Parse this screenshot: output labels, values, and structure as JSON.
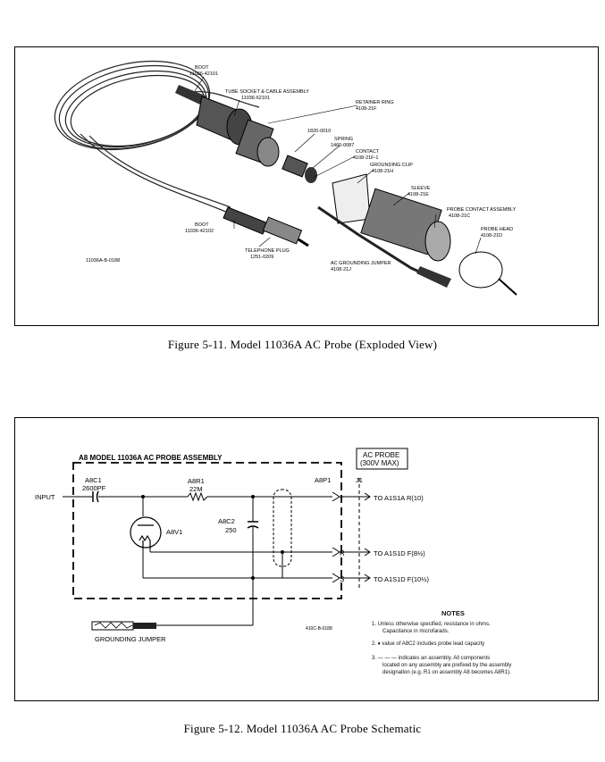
{
  "figure1": {
    "caption": "Figure  5-11.  Model  11036A  AC  Probe  (Exploded View)",
    "labels": {
      "boot_top": "BOOT",
      "boot_top_pn": "11036-42101",
      "tube_socket": "TUBE SOCKET & CABLE ASSEMBLY",
      "tube_socket_pn": "11036-62101",
      "retainer_ring": "RETAINER RING",
      "retainer_ring_pn": "4108-21F",
      "part_1820": "1820-0010",
      "spring": "SPRING",
      "spring_pn": "1460-0087",
      "contact": "CONTACT",
      "contact_pn": "4108-21F-1",
      "grounding_clip": "GROUNDING CLIP",
      "grounding_clip_pn": "4108-21H",
      "sleeve": "SLEEVE",
      "sleeve_pn": "4108-21E",
      "probe_contact": "PROBE CONTACT ASSEMBLY",
      "probe_contact_pn": "4108-21C",
      "probe_head": "PROBE HEAD",
      "probe_head_pn": "4108-21D",
      "boot_bottom": "BOOT",
      "boot_bottom_pn": "11036-42102",
      "telephone_plug": "TELEPHONE PLUG",
      "telephone_plug_pn": "1251-0209",
      "ac_jumper": "AC GROUNDING JUMPER",
      "ac_jumper_pn": "4108-21J",
      "drawing_no": "11036A-B-0188"
    }
  },
  "figure2": {
    "caption": "Figure  5-12.  Model  11036A  AC  Probe  Schematic",
    "assembly_title": "A8    MODEL  11036A  AC  PROBE  ASSEMBLY",
    "ac_probe_box_line1": "AC PROBE",
    "ac_probe_box_line2": "(300V  MAX)",
    "input": "INPUT",
    "a8c1": "A8C1",
    "a8c1_value": "2600PF",
    "a8r1": "A8R1",
    "a8r1_value": "22M",
    "a8c2": "A8C2",
    "a8c2_value": "250",
    "a8v1": "A8V1",
    "a8p1": "A8P1",
    "j1": "J1",
    "pin_t": "T",
    "pin_r": "R",
    "pin_s": "S",
    "out_t": "TO  A1S1A  R(10)",
    "out_r": "TO  A1S1D  F(8½)",
    "out_s": "TO  A1S1D  F(10½)",
    "grounding_jumper": "GROUNDING  JUMPER",
    "drawing_no": "410C-B-0188",
    "notes_title": "NOTES",
    "note1a": "1.  Unless otherwise specified, resistance in ohms.",
    "note1b": "Capacitance in microfarads.",
    "note2": "2.   ♦   value of A8C2 includes probe lead capacity",
    "note3a": "3.  — — —  indicates an assembly.  All components",
    "note3b": "located on any assembly are prefixed by the assembly",
    "note3c": "designation (e.g.  R1 on assembly A8 becomes A8R1)."
  }
}
